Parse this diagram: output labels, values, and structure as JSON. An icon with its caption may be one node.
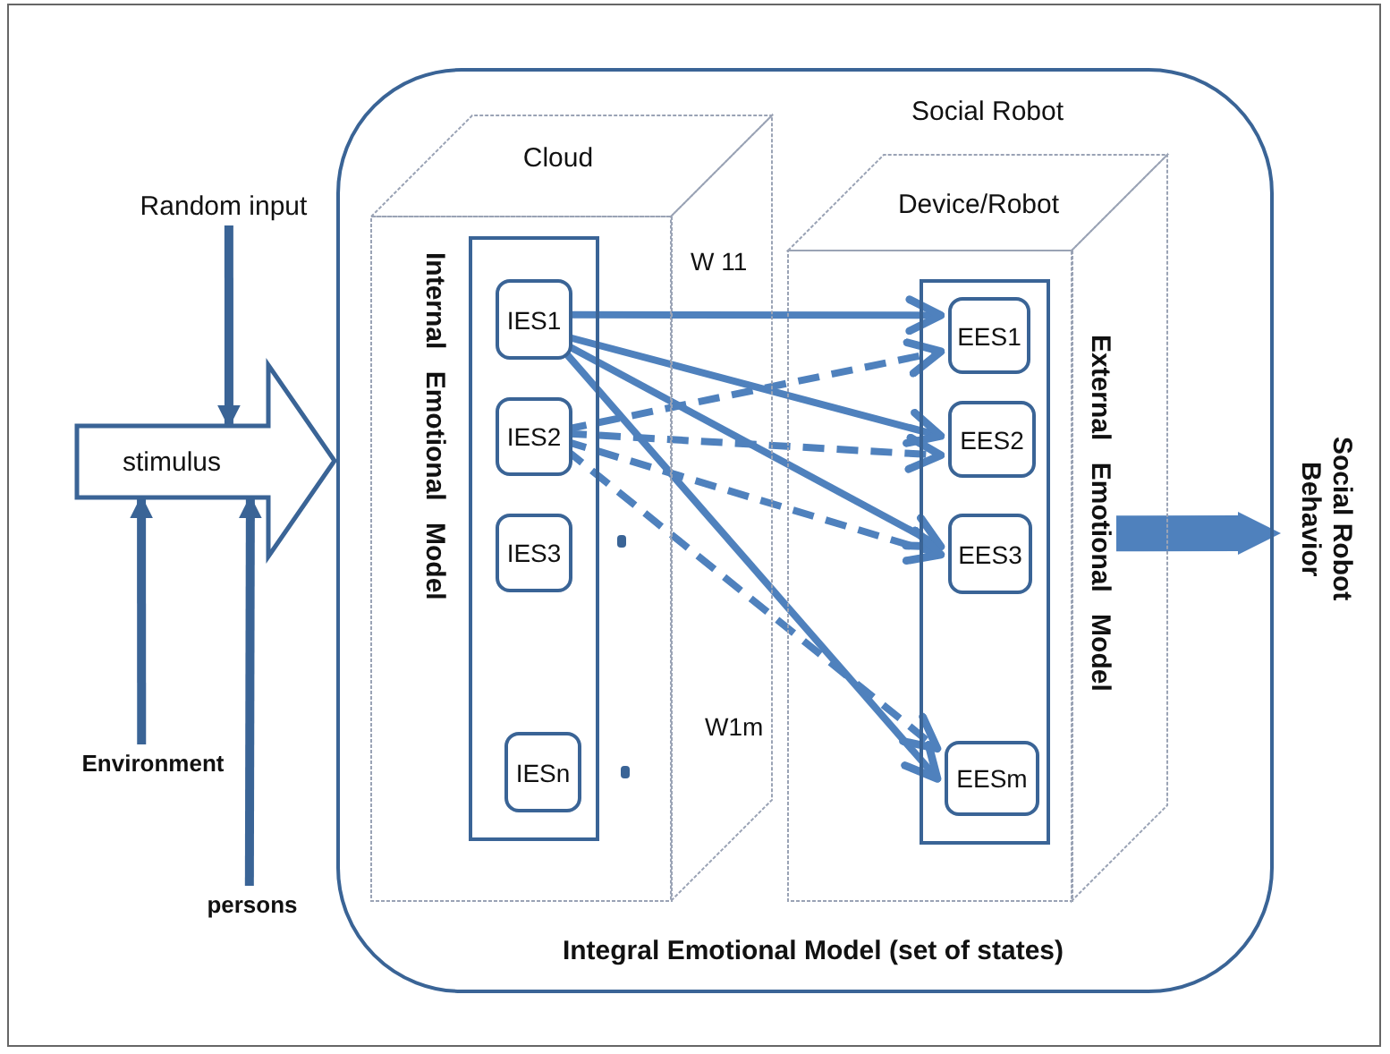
{
  "diagram": {
    "nodes": [
      {
        "text": [
          "Social Robot",
          "Integral Emotional Model (set of states)"
        ]
      },
      {
        "text": [
          "Cloud"
        ],
        "in": 0
      },
      {
        "text": [
          "Internal Emotional Model"
        ],
        "in": 1
      },
      {
        "text": [
          "IES1"
        ],
        "in": 2
      },
      {
        "text": [
          "IES2"
        ],
        "in": 2
      },
      {
        "text": [
          "IES3"
        ],
        "in": 2
      },
      {
        "text": [
          "IESn"
        ],
        "in": 2
      },
      {
        "text": [
          "Device/Robot"
        ],
        "in": 0
      },
      {
        "text": [
          "External Emotional Model"
        ],
        "in": 7
      },
      {
        "text": [
          "EES1"
        ],
        "in": 8
      },
      {
        "text": [
          "EES2"
        ],
        "in": 8
      },
      {
        "text": [
          "EES3"
        ],
        "in": 8
      },
      {
        "text": [
          "EESm"
        ],
        "in": 8
      },
      {
        "text": [
          "stimulus"
        ]
      },
      {
        "text": [
          "Random input"
        ]
      },
      {
        "text": [
          "Environment"
        ]
      },
      {
        "text": [
          "persons"
        ]
      },
      {
        "text": [
          "Social Robot Behavior"
        ]
      }
    ],
    "edges": [
      {
        "from": 3,
        "to": 9,
        "arrow": "to",
        "label": "W 11"
      },
      {
        "from": 3,
        "to": 10,
        "arrow": "to"
      },
      {
        "from": 3,
        "to": 11,
        "arrow": "to"
      },
      {
        "from": 3,
        "to": 12,
        "arrow": "to",
        "label": "W1m"
      },
      {
        "from": 4,
        "to": 9,
        "arrow": "to",
        "style": "dashed"
      },
      {
        "from": 4,
        "to": 10,
        "arrow": "to",
        "style": "dashed"
      },
      {
        "from": 4,
        "to": 11,
        "arrow": "to",
        "style": "dashed"
      },
      {
        "from": 4,
        "to": 12,
        "arrow": "to",
        "style": "dashed"
      },
      {
        "from": 14,
        "to": 13,
        "arrow": "to",
        "color": "#3a6496"
      },
      {
        "from": 15,
        "to": 13,
        "arrow": "to",
        "color": "#3a6496"
      },
      {
        "from": 16,
        "to": 13,
        "arrow": "to",
        "color": "#3a6496"
      },
      {
        "from": 8,
        "to": 17,
        "arrow": "to",
        "style": "thick"
      }
    ]
  }
}
